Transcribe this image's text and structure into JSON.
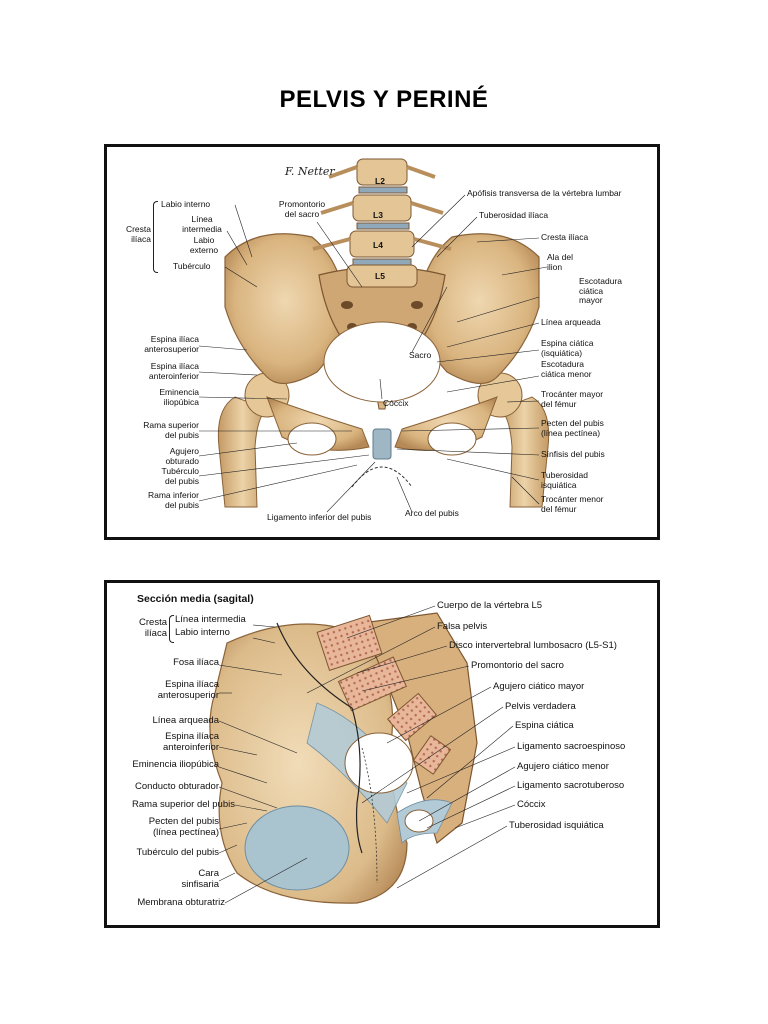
{
  "page": {
    "title": "PELVIS Y PERINÉ"
  },
  "figure1": {
    "signature": "F. Netter",
    "vertebrae": [
      "L2",
      "L3",
      "L4",
      "L5"
    ],
    "crest_group": "Cresta\nilíaca",
    "left_labels": {
      "labio_interno": "Labio interno",
      "linea_intermedia": "Línea\nintermedia",
      "labio_externo": "Labio\nexterno",
      "tuberculo": "Tubérculo",
      "espina_antsup": "Espina ilíaca\nanterosuperior",
      "espina_antinf": "Espina ilíaca\nanteroinferior",
      "eminencia": "Eminencia\niliopúbica",
      "rama_superior": "Rama superior\ndel pubis",
      "agujero_obturado": "Agujero\nobturado",
      "tuberculo_pubis": "Tubérculo\ndel pubis",
      "rama_inferior": "Rama inferior\ndel pubis"
    },
    "center_labels": {
      "promontorio": "Promontorio\ndel sacro",
      "sacro": "Sacro",
      "coccix": "Cóccix",
      "ligamento_inferior": "Ligamento inferior del pubis",
      "arco_pubis": "Arco del pubis"
    },
    "right_labels": {
      "apofisis": "Apófisis transversa de la vértebra lumbar",
      "tuberosidad_iliaca": "Tuberosidad ilíaca",
      "cresta_iliaca": "Cresta ilíaca",
      "ala": "Ala del\nilion",
      "escotadura_mayor": "Escotadura\nciática\nmayor",
      "linea_arqueada": "Línea arqueada",
      "espina_ciatica": "Espina ciática\n(isquiática)",
      "escotadura_menor": "Escotadura\nciática menor",
      "trocanter_mayor": "Trocánter mayor\ndel fémur",
      "pecten": "Pecten del pubis\n(línea pectínea)",
      "sinfisis": "Sínfisis del pubis",
      "tuberosidad_isquiatica": "Tuberosidad\nisquiática",
      "trocanter_menor": "Trocánter menor\ndel fémur"
    }
  },
  "figure2": {
    "heading": "Sección media (sagital)",
    "crest_group": "Cresta\nilíaca",
    "left_labels": {
      "linea_intermedia": "Línea intermedia",
      "labio_interno": "Labio interno",
      "fosa": "Fosa ilíaca",
      "espina_antsup": "Espina ilíaca\nanterosuperior",
      "linea_arqueada": "Línea arqueada",
      "espina_antinf": "Espina ilíaca\nanteroinferior",
      "eminencia": "Eminencia iliopúbica",
      "conducto": "Conducto obturador",
      "rama_superior": "Rama superior del pubis",
      "pecten": "Pecten del pubis\n(línea pectínea)",
      "tuberculo": "Tubérculo del pubis",
      "cara": "Cara\nsinfisaria",
      "membrana": "Membrana obturatriz"
    },
    "right_labels": {
      "cuerpo": "Cuerpo de la vértebra L5",
      "falsa": "Falsa pelvis",
      "disco": "Disco intervertebral lumbosacro (L5-S1)",
      "promontorio": "Promontorio del sacro",
      "agujero_mayor": "Agujero ciático mayor",
      "pelvis_verdadera": "Pelvis verdadera",
      "espina": "Espina ciática",
      "lig_sacroespinoso": "Ligamento sacroespinoso",
      "agujero_menor": "Agujero ciático menor",
      "lig_sacrotuberoso": "Ligamento sacrotuberoso",
      "coccix": "Cóccix",
      "tuberosidad": "Tuberosidad isquiática"
    }
  }
}
